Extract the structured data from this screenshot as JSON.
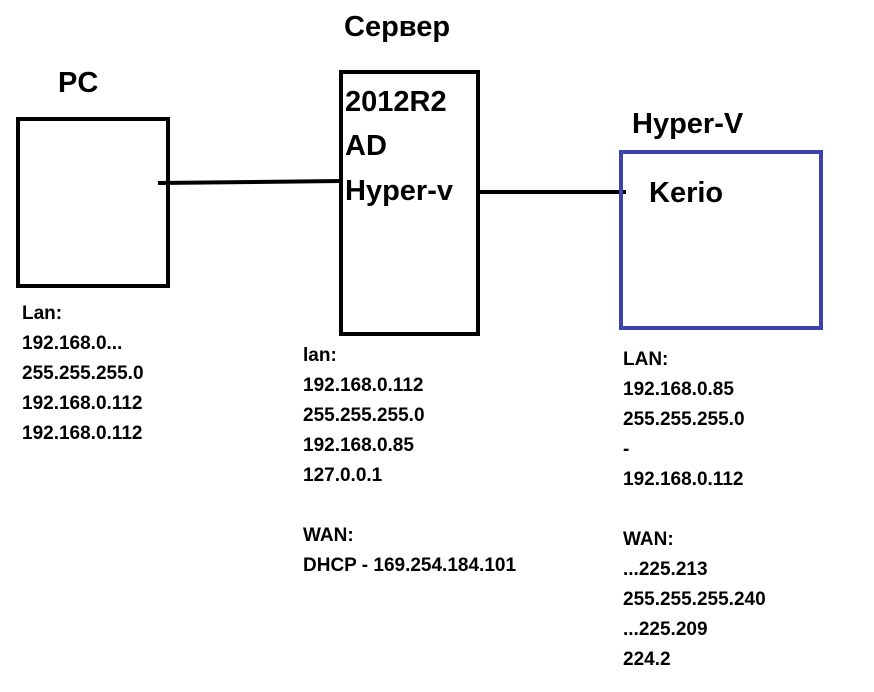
{
  "nodes": {
    "pc": {
      "title": "PC",
      "info": [
        "Lan:",
        "192.168.0...",
        "255.255.255.0",
        "192.168.0.112",
        "192.168.0.112"
      ]
    },
    "server": {
      "title": "Сервер",
      "box_lines": [
        "2012R2",
        "AD",
        "Hyper-v"
      ],
      "info": [
        "lan:",
        "192.168.0.112",
        "255.255.255.0",
        "192.168.0.85",
        "127.0.0.1",
        "",
        "WAN:",
        "DHCP - 169.254.184.101"
      ]
    },
    "hyperv": {
      "title": "Hyper-V",
      "box_label": "Kerio",
      "border_color": "#3b42a8",
      "info": [
        "LAN:",
        "192.168.0.85",
        "255.255.255.0",
        "-",
        "192.168.0.112",
        "",
        "WAN:",
        "...225.213",
        "255.255.255.240",
        "...225.209",
        "224.2"
      ]
    }
  }
}
